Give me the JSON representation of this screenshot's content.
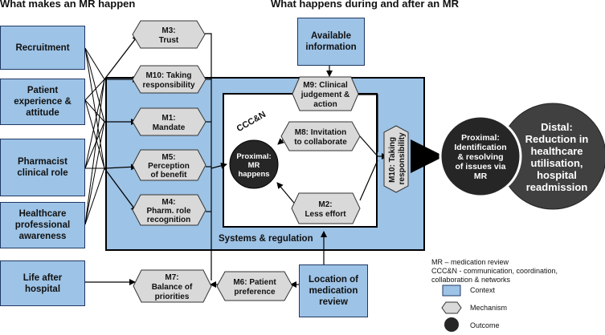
{
  "headings": {
    "left": "What makes an MR happen",
    "right": "What happens during and after an MR"
  },
  "contexts": {
    "recruitment": "Recruitment",
    "patient_experience": "Patient\nexperience &\nattitude",
    "pharmacist_role": "Pharmacist\nclinical role",
    "hcp_awareness": "Healthcare\nprofessional\nawareness",
    "life_after": "Life after\nhospital",
    "available_info": "Available\ninformation",
    "location": "Location of\nmedication\nreview"
  },
  "mechanisms": {
    "m3": [
      "M3:",
      "Trust"
    ],
    "m10a": [
      "M10: Taking",
      "responsibility"
    ],
    "m1": [
      "M1:",
      "Mandate"
    ],
    "m5": [
      "M5:",
      "Perception",
      "of benefit"
    ],
    "m4": [
      "M4:",
      "Pharm. role",
      "recognition"
    ],
    "m9": [
      "M9: Clinical",
      "judgement &",
      "action"
    ],
    "m8": [
      "M8: Invitation",
      "to collaborate"
    ],
    "m2": [
      "M2:",
      "Less effort"
    ],
    "m10b": [
      "M10: Taking",
      "responsibility"
    ],
    "m7": [
      "M7:",
      "Balance of",
      "priorities"
    ],
    "m6": [
      "M6: Patient",
      "preference"
    ]
  },
  "outcomes": {
    "proximal_mr": [
      "Proximal:",
      "MR",
      "happens"
    ],
    "proximal_id": [
      "Proximal:",
      "Identification",
      "& resolving",
      "of issues via",
      "MR"
    ],
    "distal": [
      "Distal:",
      "Reduction in",
      "healthcare",
      "utilisation,",
      "hospital",
      "readmission"
    ]
  },
  "labels": {
    "cccn": "CCC&N",
    "systems": "Systems & regulation"
  },
  "legend": {
    "line1": "MR – medication review",
    "line2": "CCC&N - communication, coordination,",
    "line3": "collaboration & networks",
    "context": "Context",
    "mechanism": "Mechanism",
    "outcome": "Outcome"
  },
  "colors": {
    "context_fill": "#9dc3e6",
    "mechanism_fill": "#d9d9d9",
    "outcome_fill": "#262626",
    "distal_fill": "#404040"
  }
}
